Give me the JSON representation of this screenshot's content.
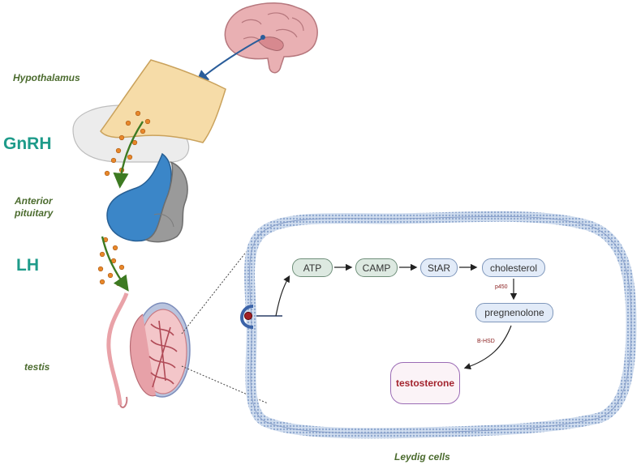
{
  "labels": {
    "hypothalamus": "Hypothalamus",
    "gnrh": "GnRH",
    "anterior_pituitary_line1": "Anterior",
    "anterior_pituitary_line2": "pituitary",
    "lh": "LH",
    "testis": "testis",
    "leydig_cells": "Leydig cells"
  },
  "pathway": {
    "atp": "ATP",
    "camp": "CAMP",
    "star": "StAR",
    "cholesterol": "cholesterol",
    "pregnenolone": "pregnenolone",
    "testosterone": "testosterone",
    "enzyme_p450": "p450",
    "enzyme_bhsd": "B-HSD"
  },
  "colors": {
    "label_green": "#4b6b2e",
    "label_teal": "#1e9b8a",
    "arrow_green": "#3d7a22",
    "arrow_blue": "#2a5d9a",
    "membrane": "#a9bfdc",
    "hormone_dot": "#e8872a"
  }
}
